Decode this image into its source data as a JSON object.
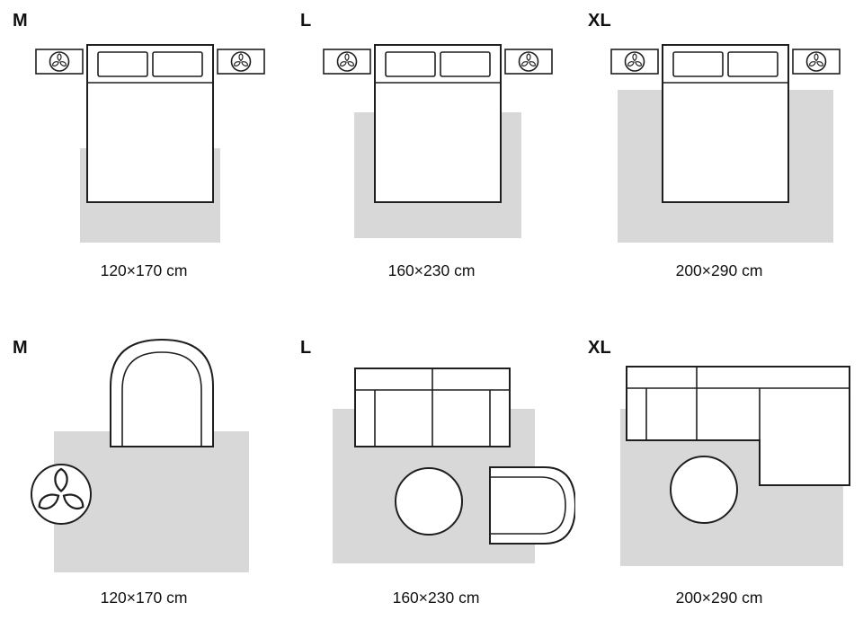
{
  "colors": {
    "background": "#ffffff",
    "rug_fill": "#d8d8d8",
    "outline": "#1f1f1f",
    "text": "#111111"
  },
  "icons": {
    "nightstand_decoration": "plant-trefoil-icon",
    "floor_decoration": "potted-plant-icon"
  },
  "rows": [
    {
      "room": "bedroom",
      "panels": [
        {
          "label": "M",
          "size": "120×170 cm"
        },
        {
          "label": "L",
          "size": "160×230 cm"
        },
        {
          "label": "XL",
          "size": "200×290 cm"
        }
      ]
    },
    {
      "room": "living-room",
      "panels": [
        {
          "label": "M",
          "size": "120×170 cm"
        },
        {
          "label": "L",
          "size": "160×230 cm"
        },
        {
          "label": "XL",
          "size": "200×290 cm"
        }
      ]
    }
  ]
}
